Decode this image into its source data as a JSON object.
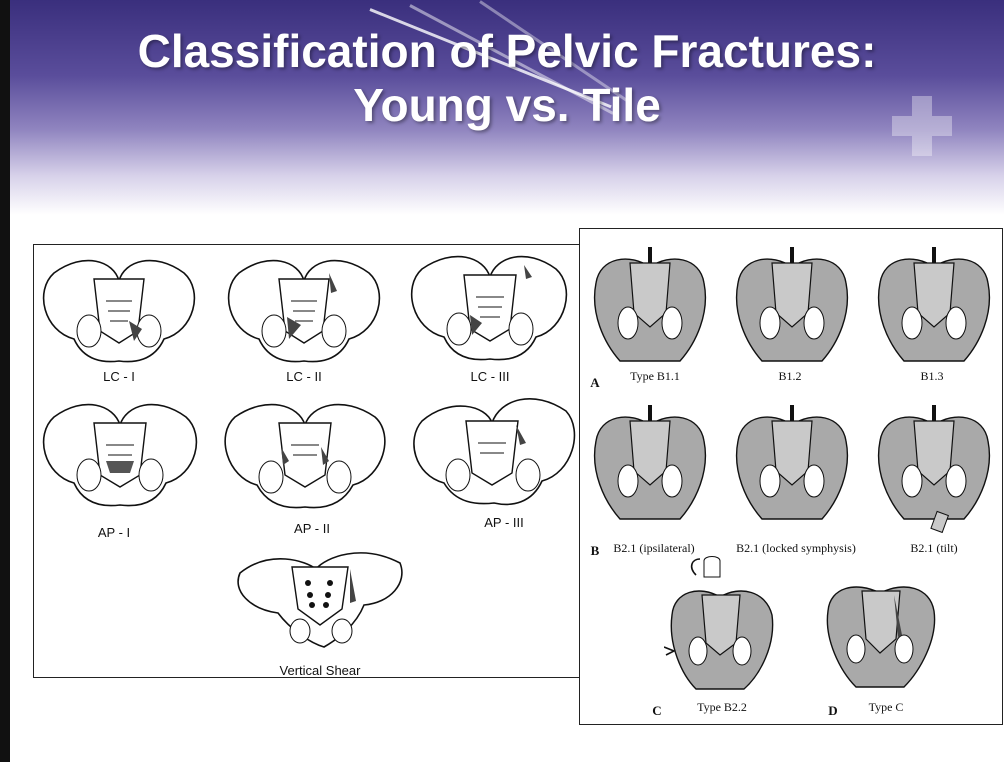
{
  "slide": {
    "title_line1": "Classification of Pelvic Fractures:",
    "title_line2": "Young vs. Tile"
  },
  "young": {
    "figures": [
      {
        "label": "LC - I"
      },
      {
        "label": "LC - II"
      },
      {
        "label": "LC - III"
      },
      {
        "label": "AP - I"
      },
      {
        "label": "AP - II"
      },
      {
        "label": "AP - III"
      },
      {
        "label": "Vertical Shear"
      }
    ]
  },
  "tile": {
    "row_letters": [
      "A",
      "B",
      "C",
      "D"
    ],
    "figures": [
      {
        "label": "Type B1.1"
      },
      {
        "label": "B1.2"
      },
      {
        "label": "B1.3"
      },
      {
        "label": "B2.1 (ipsilateral)"
      },
      {
        "label": "B2.1 (locked symphysis)"
      },
      {
        "label": "B2.1 (tilt)"
      },
      {
        "label": "Type B2.2"
      },
      {
        "label": "Type C"
      }
    ]
  },
  "colors": {
    "header_dark": "#3a2f7d",
    "header_light": "#8f84bf",
    "pelvis_shade": "#a9a9a9",
    "line": "#111111"
  }
}
